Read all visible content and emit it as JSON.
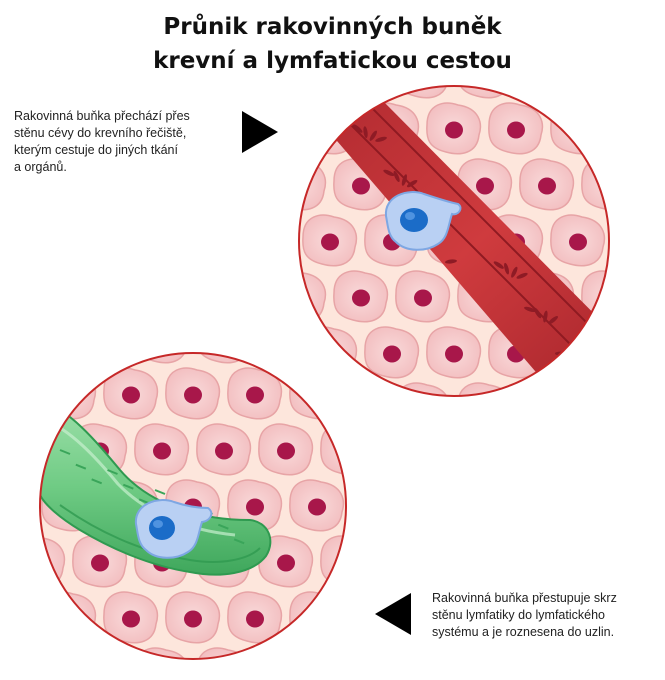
{
  "title": {
    "line1": "Průnik rakovinných buněk",
    "line2": "krevní a lymfatickou cestou"
  },
  "blood_panel": {
    "caption": [
      "Rakovinná buňka přechází přes",
      "stěnu cévy do krevního řečiště,",
      "kterým cestuje do jiných tkání",
      "a orgánů."
    ],
    "arrow_icon": "triangle-right-icon"
  },
  "lymph_panel": {
    "caption": [
      "Rakovinná buňka přestupuje skrz",
      "stěnu lymfatiky do lymfatického",
      "systému a je roznesena do uzlin."
    ],
    "arrow_icon": "triangle-left-icon"
  },
  "colors": {
    "tissue_cell": "#f6cccb",
    "tissue_cell_border": "#e7a4a6",
    "tissue_background": "#fde6dc",
    "nucleus": "#a8174a",
    "circle_border": "#c62828",
    "blood_vessel": "#c23336",
    "blood_vessel_dark": "#a31f2a",
    "red_blood_cell": "#8e1b25",
    "lymph_vessel": "#7bd28d",
    "lymph_vessel_dark": "#3aa55a",
    "cancer_cell": "#b9d0f3",
    "cancer_nucleus": "#1b6cc8",
    "arrow": "#000000"
  }
}
